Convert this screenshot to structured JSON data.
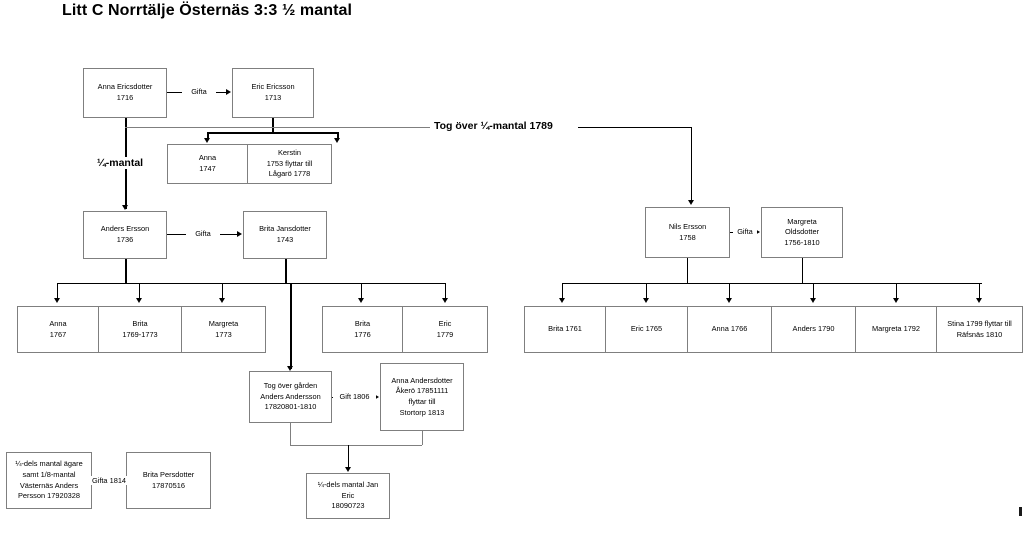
{
  "document": {
    "title": "Litt C Norrtälje Östernäs 3:3  ½ mantal"
  },
  "chart_data": {
    "type": "diagram",
    "title": "Litt C Norrtälje Östernäs 3:3  ½ mantal",
    "notes": "Swedish genealogical / property (mantal) descent chart"
  },
  "nodes": {
    "anna_ericsdotter": {
      "text": "Anna Ericsdotter\n1716"
    },
    "eric_ericsson": {
      "text": "Eric Ericsson\n1713"
    },
    "anna_1747": {
      "text": "Anna\n1747"
    },
    "kerstin_1753": {
      "text": "Kerstin\n1753 flyttar till\nLågarö 1778"
    },
    "anders_ersson": {
      "text": "Anders Ersson\n1736"
    },
    "brita_jansdotter": {
      "text": "Brita Jansdotter\n1743"
    },
    "nils_ersson": {
      "text": "Nils Ersson\n1758"
    },
    "margreta_olsdotter": {
      "text": "Margreta\nOldsdotter\n1756-1810"
    },
    "anna_1767": {
      "text": "Anna\n1767"
    },
    "brita_1769": {
      "text": "Brita\n1769-1773"
    },
    "margreta_1773": {
      "text": "Margreta\n1773"
    },
    "brita_1776": {
      "text": "Brita\n1776"
    },
    "eric_1779": {
      "text": "Eric\n1779"
    },
    "brita_1761": {
      "text": "Brita 1761"
    },
    "eric_1765": {
      "text": "Eric 1765"
    },
    "anna_1766": {
      "text": "Anna 1766"
    },
    "anders_1790": {
      "text": "Anders 1790"
    },
    "margreta_1792": {
      "text": "Margreta 1792"
    },
    "stina_1799": {
      "text": "Stina 1799 flyttar till\nRäfsnäs 1810"
    },
    "anders_andersson": {
      "text": "Tog över gården\nAnders Andersson\n17820801-1810"
    },
    "anna_andersdotter": {
      "text": "Anna Andersdotter\nÅkerö 17851111\nflyttar till\nStortorp 1813"
    },
    "anders_persson": {
      "text": "¼-dels mantal ägare\nsamt 1/8-mantal\nVästernäs Anders\nPersson 17920328"
    },
    "brita_persdotter": {
      "text": "Brita Persdotter\n17870516"
    },
    "jan_eric": {
      "text": "¼-dels mantal Jan\nEric\n18090723"
    }
  },
  "edges": {
    "gifta_1": {
      "label": "Gifta"
    },
    "gifta_2": {
      "label": "Gifta"
    },
    "gifta_3": {
      "label": "Gifta"
    },
    "gift_1806": {
      "label": "Gift 1806"
    },
    "gifta_1814": {
      "label": "Gifta 1814"
    },
    "kvarts_mantal": {
      "label": "¼-mantal"
    },
    "tog_over": {
      "label": "Tog över ¼-mantal 1789"
    }
  },
  "colors": {
    "box_border": "#7f7f7f",
    "line": "#000000",
    "background": "#ffffff"
  }
}
